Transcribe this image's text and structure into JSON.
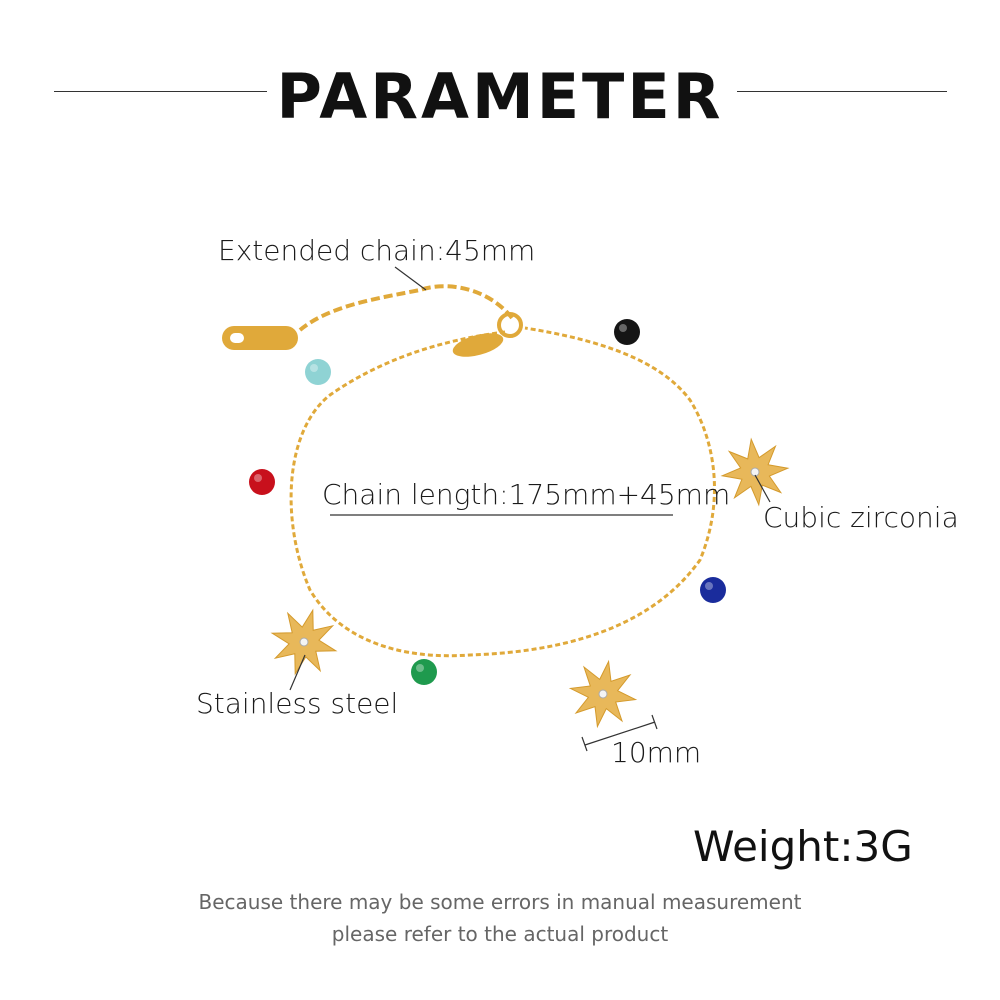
{
  "header": {
    "title": "PARAMETER"
  },
  "labels": {
    "extended_chain": "Extended chain:45mm",
    "chain_length": "Chain length:175mm+45mm",
    "cubic_zirconia": "Cubic zirconia",
    "stainless_steel": "Stainless steel",
    "pendant_size": "10mm",
    "weight": "Weight:3G"
  },
  "footer": {
    "line1": "Because there may be some errors in manual measurement",
    "line2": "please refer to the actual product"
  },
  "colors": {
    "gold": "#e0a93a",
    "aqua": "#8fd3d4",
    "red": "#c8101c",
    "green": "#1f9a4e",
    "black": "#151515",
    "blue": "#1a2c9c"
  }
}
